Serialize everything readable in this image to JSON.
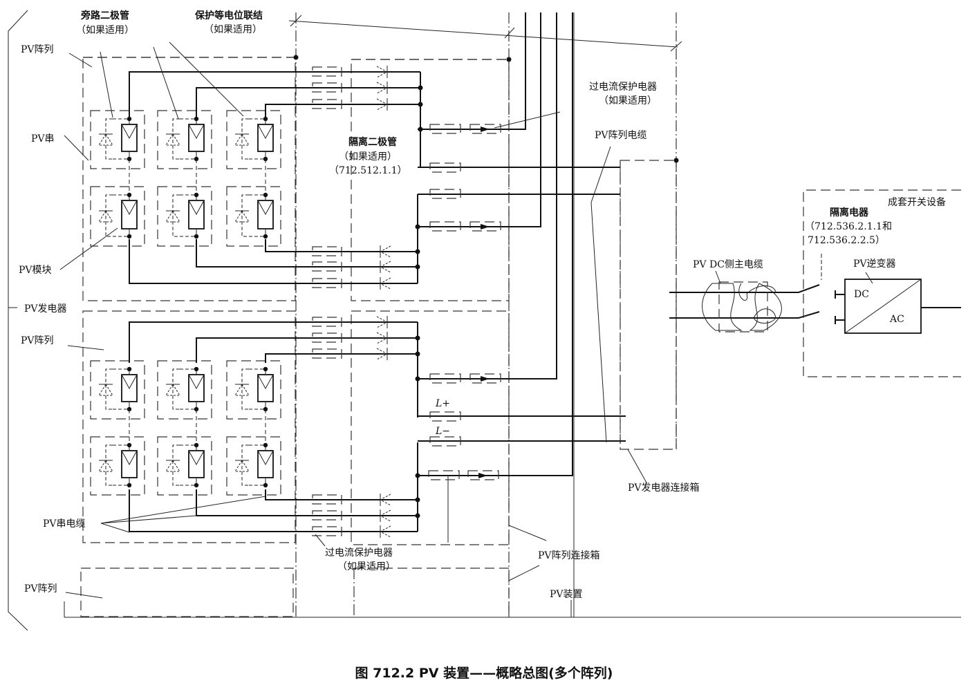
{
  "labels": {
    "bypass_diode": "旁路二极管",
    "if_applicable": "（如果适用）",
    "equipotential": "保护等电位联结",
    "pv_array_1": "PV阵列",
    "pv_string": "PV串",
    "pv_module": "PV模块",
    "pv_generator": "PV发电器",
    "pv_array_2": "PV阵列",
    "pv_string_cable": "PV串电缆",
    "pv_array_3": "PV阵列",
    "blocking_diode": "隔离二极管",
    "blocking_diode_ref": "（712.512.1.1）",
    "overcurrent_top": "过电流保护电器",
    "overcurrent_bottom": "过电流保护电器",
    "pv_array_cable": "PV阵列电缆",
    "dc_main_cable": "PV DC侧主电缆",
    "disconnector": "隔离电器",
    "disconnector_ref1": "（712.536.2.1.1和",
    "disconnector_ref2": "712.536.2.2.5）",
    "switchgear": "成套开关设备",
    "inverter": "PV逆变器",
    "dc": "DC",
    "ac": "AC",
    "pv_gen_junction_box": "PV发电器连接箱",
    "pv_array_junction_box": "PV阵列连接箱",
    "pv_installation": "PV装置",
    "l_plus": "L+",
    "l_minus": "L−"
  },
  "caption": "图 712.2   PV 装置——概略总图(多个阵列)"
}
